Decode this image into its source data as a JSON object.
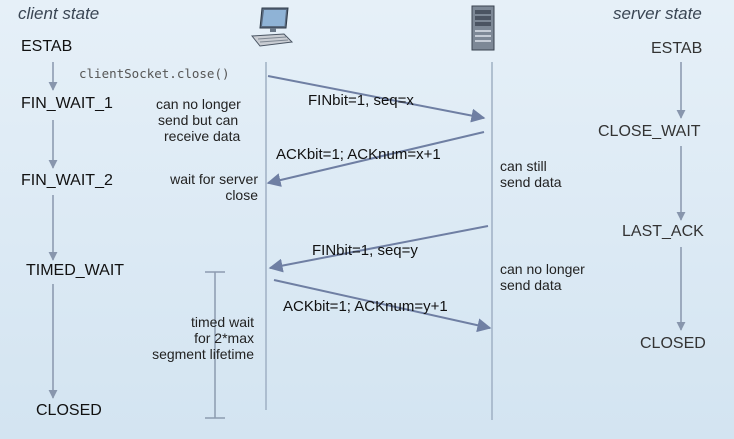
{
  "headers": {
    "client": "client state",
    "server": "server state"
  },
  "client_states": [
    "ESTAB",
    "FIN_WAIT_1",
    "FIN_WAIT_2",
    "TIMED_WAIT",
    "CLOSED"
  ],
  "server_states": [
    "ESTAB",
    "CLOSE_WAIT",
    "LAST_ACK",
    "CLOSED"
  ],
  "call": "clientSocket.close()",
  "notes": {
    "fin_wait_1": [
      "can no longer",
      "send but can",
      "receive data"
    ],
    "fin_wait_2": [
      "wait for server",
      "close"
    ],
    "server_still": [
      "can still",
      "send data"
    ],
    "server_no_longer": [
      "can no longer",
      "send data"
    ],
    "timed_wait": [
      "timed wait",
      "for 2*max",
      "segment lifetime"
    ]
  },
  "messages": {
    "fin1": "FINbit=1, seq=x",
    "ack1": "ACKbit=1; ACKnum=x+1",
    "fin2": "FINbit=1, seq=y",
    "ack2": "ACKbit=1; ACKnum=y+1"
  },
  "icons": [
    "client-computer-icon",
    "server-tower-icon"
  ],
  "colors": {
    "line": "#7a8ca4",
    "arrow": "#6f7fa3",
    "background": "#dbe9f4"
  }
}
